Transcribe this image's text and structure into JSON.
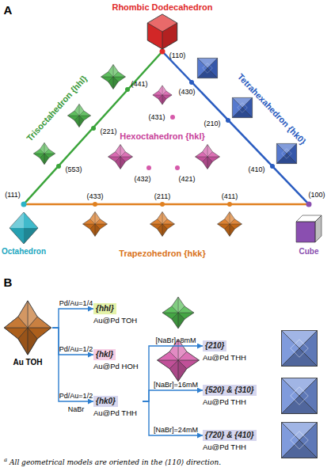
{
  "diagram": {
    "caption": "All geometrical models are oriented in the ⟨110⟩ direction.",
    "nodes": [
      {
        "text": [
          "Au TOH"
        ]
      },
      {
        "text": [
          "{hhl}",
          "Au@Pd TOH"
        ]
      },
      {
        "text": [
          "{hkl}",
          "Au@Pd HOH"
        ]
      },
      {
        "text": [
          "{hk0}",
          "Au@Pd THH"
        ]
      },
      {
        "text": [
          "{210}",
          "Au@Pd THH"
        ]
      },
      {
        "text": [
          "{520} & {310}",
          "Au@Pd THH"
        ]
      },
      {
        "text": [
          "{720} & {410}",
          "Au@Pd THH"
        ]
      }
    ],
    "edges": [
      {
        "from": 0,
        "to": 1,
        "arrow": "to",
        "label": "Pd/Au=1/4"
      },
      {
        "from": 0,
        "to": 2,
        "arrow": "to",
        "label": "Pd/Au=1/2"
      },
      {
        "from": 0,
        "to": 3,
        "arrow": "to",
        "label": "Pd/Au=1/2"
      },
      {
        "from": 3,
        "to": 4,
        "arrow": "to",
        "label": "[NaBr]=8mM"
      },
      {
        "from": 3,
        "to": 5,
        "arrow": "to",
        "label": "[NaBr]=16mM"
      },
      {
        "from": 3,
        "to": 6,
        "arrow": "to",
        "label": "[NaBr]=24mM"
      }
    ],
    "labels": [
      "A",
      "Rhombic Dodecahedron",
      "(110)",
      "Trisoctahedron {hhl}",
      "Tetrahexahedron {hk0}",
      "(441)",
      "(430)",
      "(221)",
      "(431)",
      "Hexoctahedron {hkl}",
      "(210)",
      "(553)",
      "(432)",
      "(421)",
      "(410)",
      "(111)",
      "(100)",
      "Octahedron",
      "(433)",
      "(211)",
      "(411)",
      "Cube",
      "Trapezohedron {hkk}",
      "B",
      "NaBr",
      "a"
    ]
  }
}
